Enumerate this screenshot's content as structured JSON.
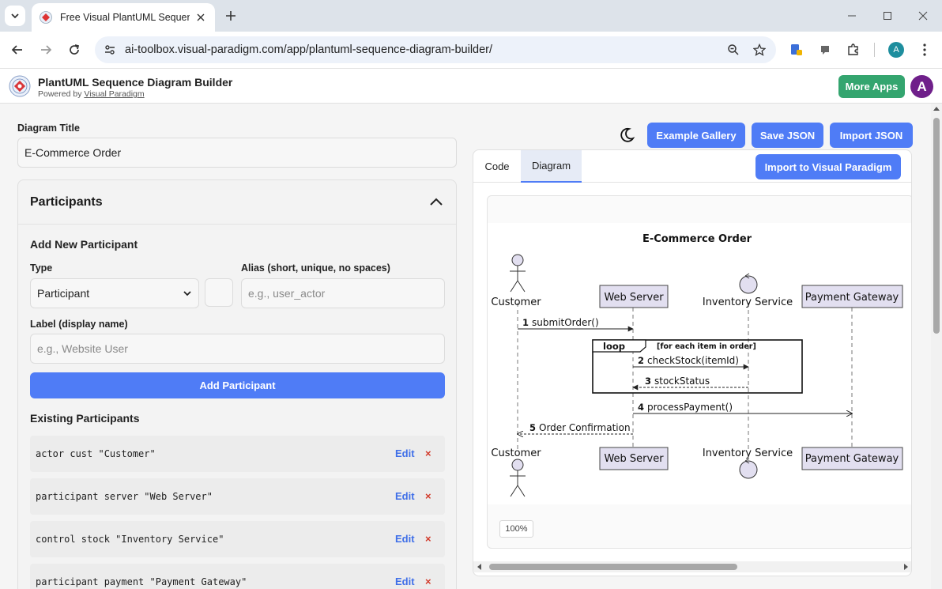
{
  "browser": {
    "tab_title": "Free Visual PlantUML Sequence Diagram Builder",
    "url": "ai-toolbox.visual-paradigm.com/app/plantuml-sequence-diagram-builder/",
    "profile_initial": "A"
  },
  "app": {
    "title": "PlantUML Sequence Diagram Builder",
    "powered_prefix": "Powered by ",
    "powered_link": "Visual Paradigm",
    "more_apps": "More Apps",
    "avatar_initial": "A"
  },
  "form": {
    "title_label": "Diagram Title",
    "title_value": "E-Commerce Order"
  },
  "participants": {
    "heading": "Participants",
    "add_heading": "Add New Participant",
    "type_label": "Type",
    "type_value": "Participant",
    "alias_label": "Alias (short, unique, no spaces)",
    "alias_placeholder": "e.g., user_actor",
    "label_label": "Label (display name)",
    "label_placeholder": "e.g., Website User",
    "add_button": "Add Participant",
    "existing_heading": "Existing Participants",
    "edit_label": "Edit",
    "delete_label": "×",
    "items": [
      {
        "code": "actor cust \"Customer\""
      },
      {
        "code": "participant server \"Web Server\""
      },
      {
        "code": "control stock \"Inventory Service\""
      },
      {
        "code": "participant payment \"Payment Gateway\""
      }
    ]
  },
  "toolbar": {
    "example_gallery": "Example Gallery",
    "save_json": "Save JSON",
    "import_json": "Import JSON",
    "import_vp": "Import to Visual Paradigm"
  },
  "preview": {
    "tabs": [
      "Code",
      "Diagram"
    ],
    "active_tab": "Diagram",
    "zoom": "100%"
  },
  "diagram": {
    "title": "E-Commerce Order",
    "participants": [
      "Customer",
      "Web Server",
      "Inventory Service",
      "Payment Gateway"
    ],
    "loop_label": "loop",
    "loop_condition": "[for each item in order]",
    "messages": [
      {
        "num": "1",
        "text": "submitOrder()"
      },
      {
        "num": "2",
        "text": "checkStock(itemId)"
      },
      {
        "num": "3",
        "text": "stockStatus"
      },
      {
        "num": "4",
        "text": "processPayment()"
      },
      {
        "num": "5",
        "text": "Order Confirmation"
      }
    ]
  }
}
